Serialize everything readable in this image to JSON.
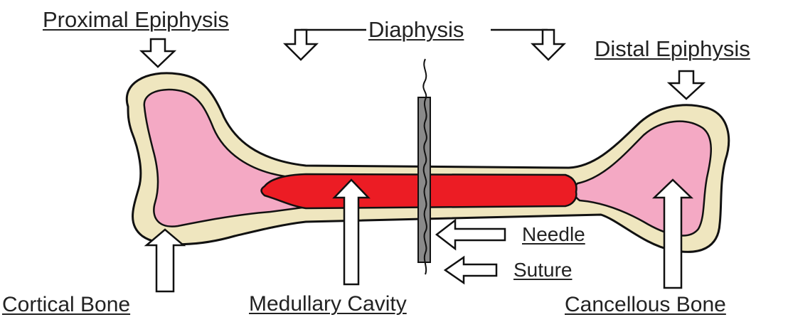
{
  "labels": {
    "proximal_epiphysis": "Proximal Epiphysis",
    "diaphysis": "Diaphysis",
    "distal_epiphysis": "Distal Epiphysis",
    "needle": "Needle",
    "suture": "Suture",
    "cortical_bone": "Cortical Bone",
    "medullary_cavity": "Medullary Cavity",
    "cancellous_bone": "Cancellous Bone"
  },
  "colors": {
    "cortical": "#efe6bf",
    "cancellous": "#f4a9c4",
    "medullary": "#ec1c24",
    "needle": "#8a8a8a",
    "outline": "#111111",
    "arrow_fill": "#ffffff",
    "text": "#222222"
  }
}
